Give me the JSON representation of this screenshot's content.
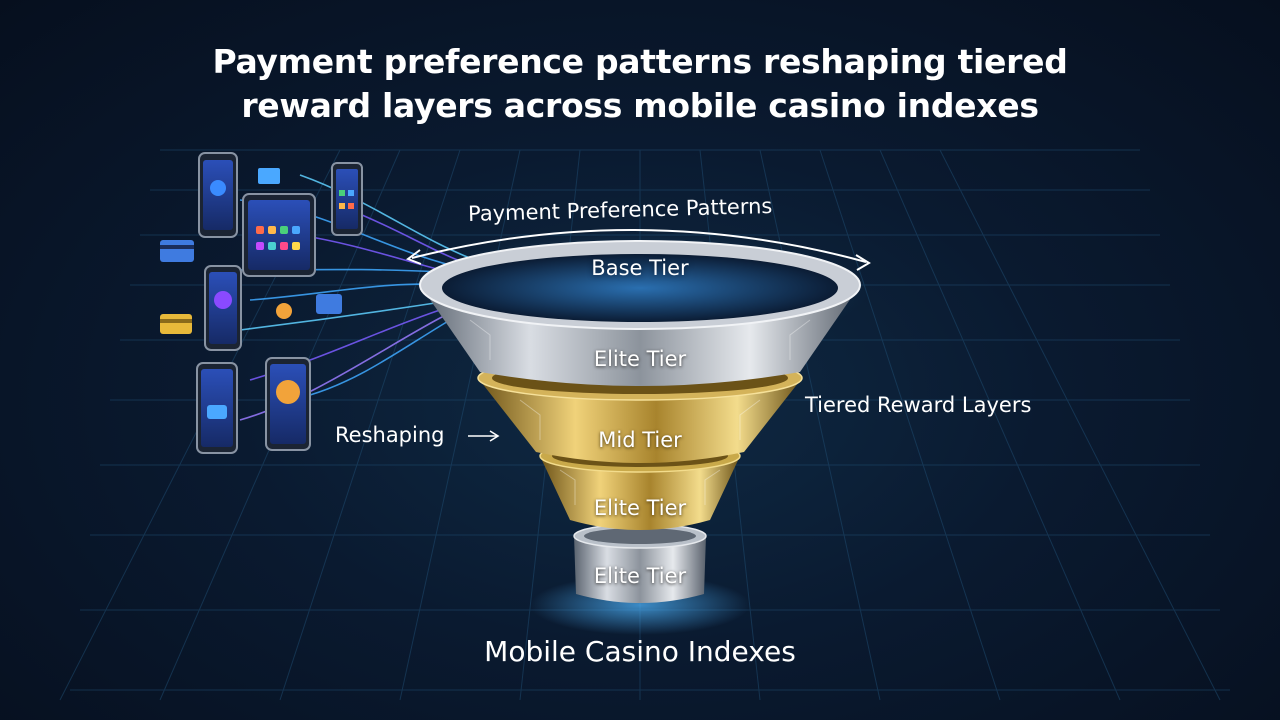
{
  "title": {
    "line1": "Payment preference patterns reshaping tiered",
    "line2": "reward layers across mobile casino indexes"
  },
  "labels": {
    "arc": "Payment Preference Patterns",
    "reshaping": "Reshaping",
    "tiered_layers": "Tiered Reward Layers",
    "footer": "Mobile Casino Indexes"
  },
  "tiers": [
    {
      "label": "Base Tier",
      "material": "silver"
    },
    {
      "label": "Elite Tier",
      "material": "silver"
    },
    {
      "label": "Mid Tier",
      "material": "gold"
    },
    {
      "label": "Elite Tier",
      "material": "gold"
    },
    {
      "label": "Elite Tier",
      "material": "silver"
    }
  ],
  "colors": {
    "background": "#0a1a30",
    "grid": "#1e4a6e",
    "stream_blue": "#3fa9ff",
    "stream_purple": "#7b5cff",
    "silver": "#c9ced6",
    "gold": "#d8b54a",
    "text": "#ffffff"
  },
  "icons": [
    "smartphone-icon",
    "tablet-icon",
    "bitcoin-icon",
    "credit-card-icon",
    "coin-icon"
  ]
}
